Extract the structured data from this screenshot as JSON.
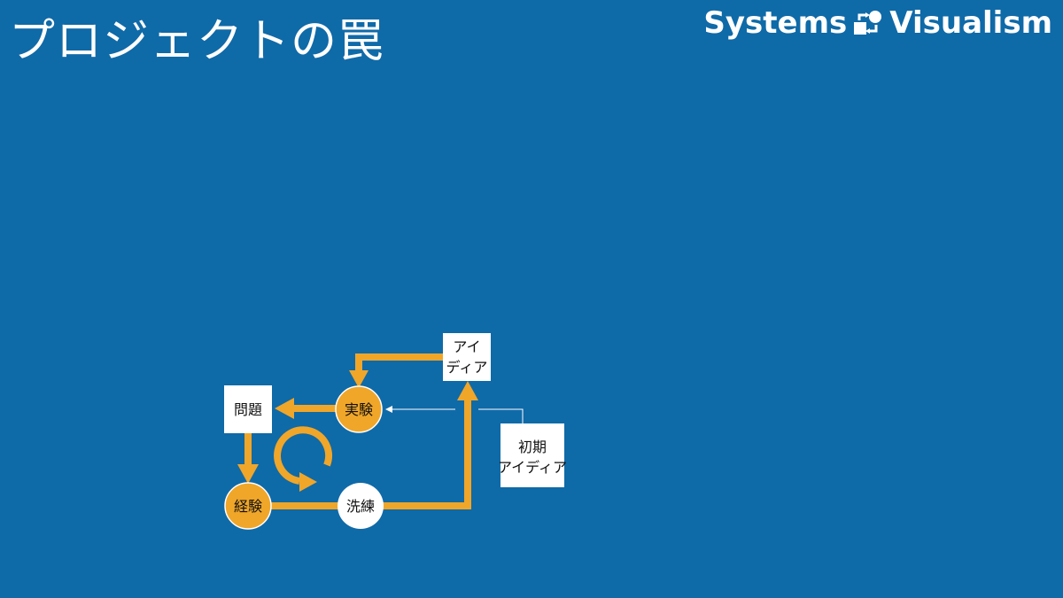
{
  "title": "プロジェクトの罠",
  "brand": {
    "left_word": "Systems",
    "right_word": "Visualism"
  },
  "diagram": {
    "nodes": {
      "idea": [
        "アイ",
        "ディア"
      ],
      "initial_idea": [
        "初期",
        "アイディア"
      ],
      "experiment": "実験",
      "problem": "問題",
      "experience": "経験",
      "refine": "洗練"
    }
  },
  "colors": {
    "background": "#0f6aa8",
    "accent": "#f0a629",
    "node_white": "#ffffff",
    "text_white": "#ffffff",
    "text_dark": "#111111"
  }
}
